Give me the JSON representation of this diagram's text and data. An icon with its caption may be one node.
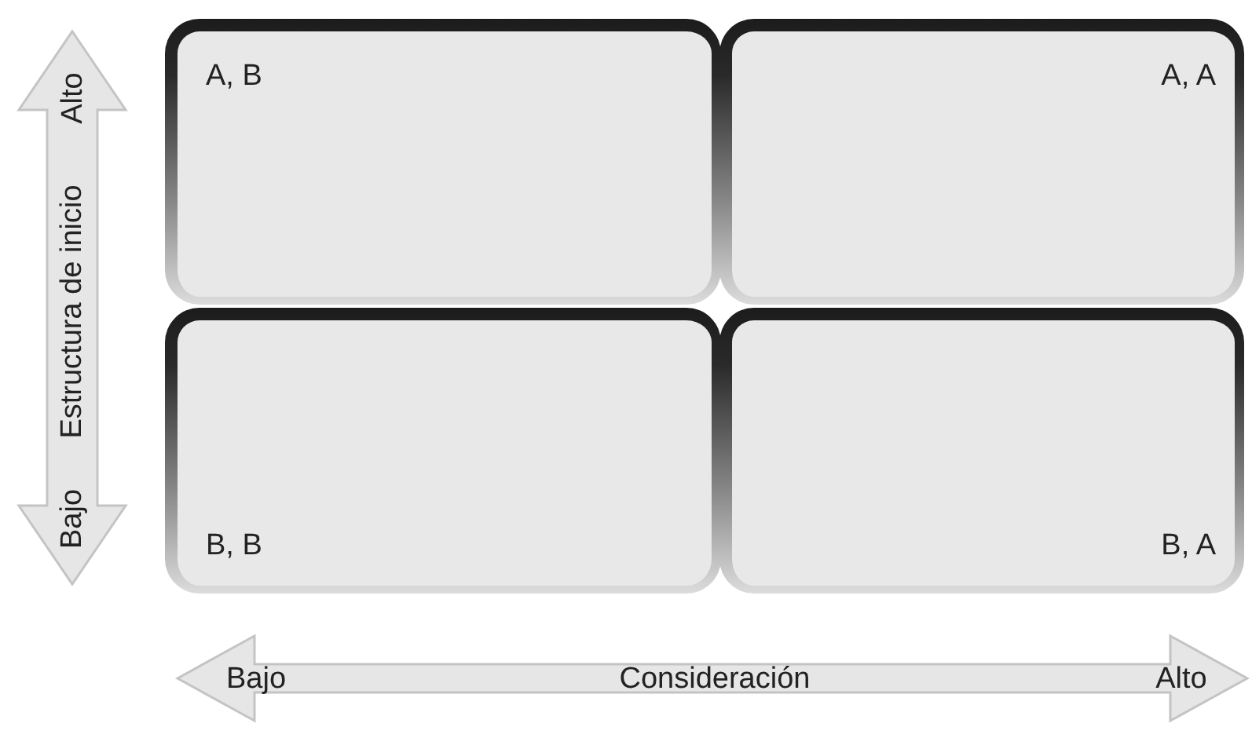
{
  "diagram": {
    "nodes": [
      {
        "text": [
          "A, B"
        ]
      },
      {
        "text": [
          "A, A"
        ]
      },
      {
        "text": [
          "B, B"
        ]
      },
      {
        "text": [
          "B, A"
        ]
      }
    ],
    "labels": [
      "Bajo",
      "Estructura de inicio",
      "Alto",
      "Bajo",
      "Consideración",
      "Alto"
    ]
  }
}
